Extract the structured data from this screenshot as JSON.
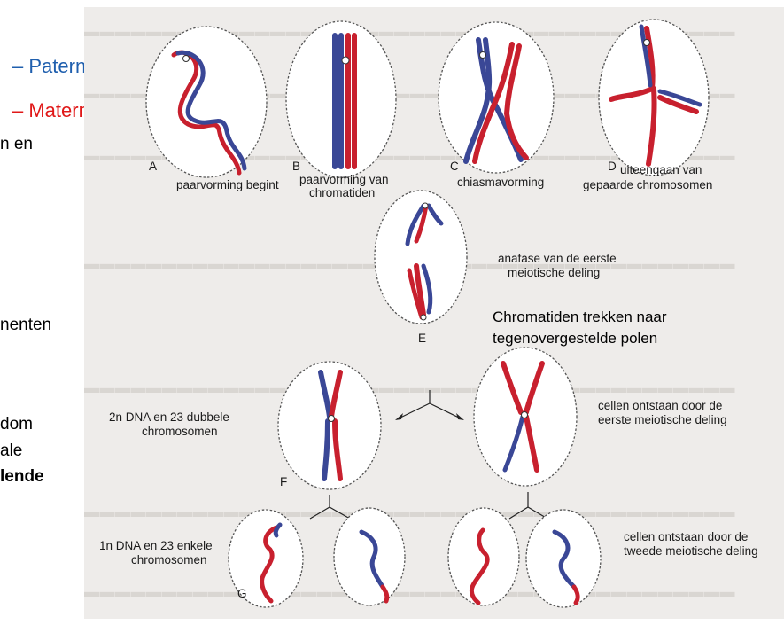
{
  "legend": {
    "paternal": "Paternaal",
    "maternal": "Maternaal",
    "paternal_color": "#1f5fae",
    "maternal_color": "#e01818"
  },
  "left_fragments": [
    "n en",
    "nenten",
    "dom",
    "ale",
    "lende"
  ],
  "panels": {
    "A": {
      "letter": "A",
      "caption": "paarvorming begint"
    },
    "B": {
      "letter": "B",
      "caption_1": "paarvorming van",
      "caption_2": "chromatiden"
    },
    "C": {
      "letter": "C",
      "caption": "chiasmavorming"
    },
    "D": {
      "letter": "D",
      "caption_1": "uiteengaan van",
      "caption_2": "gepaarde chromosomen"
    },
    "E": {
      "letter": "E",
      "caption_1": "anafase van de eerste",
      "caption_2": "meiotische deling",
      "note_1": "Chromatiden trekken naar",
      "note_2": "tegenovergestelde polen"
    },
    "F": {
      "letter": "F",
      "caption_left_1": "2n DNA en 23 dubbele",
      "caption_left_2": "chromosomen",
      "caption_right_1": "cellen ontstaan door de",
      "caption_right_2": "eerste meiotische deling"
    },
    "G": {
      "letter": "G",
      "caption_left_1": "1n DNA en 23 enkele",
      "caption_left_2": "chromosomen",
      "caption_right_1": "cellen ontstaan door de",
      "caption_right_2": "tweede meiotische deling"
    }
  },
  "colors": {
    "chromosome_blue": "#3a4796",
    "chromosome_red": "#c8202e"
  }
}
